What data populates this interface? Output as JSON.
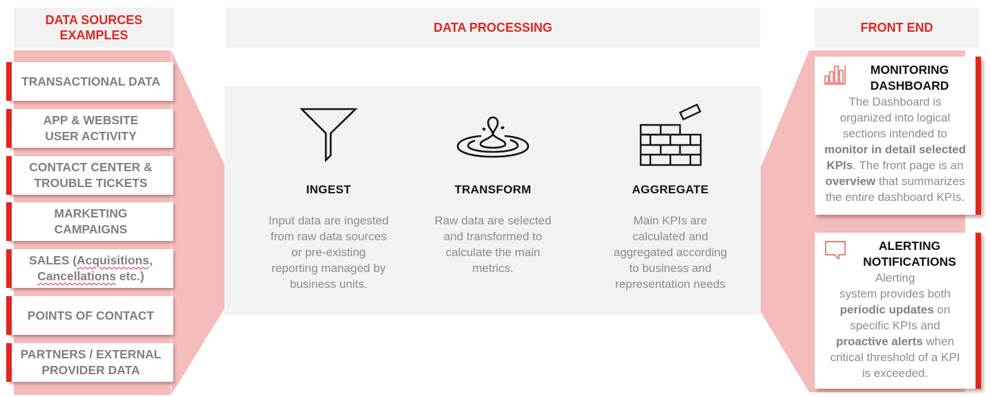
{
  "headers": {
    "sources": "DATA SOURCES EXAMPLES",
    "sources_line1": "DATA SOURCES",
    "sources_line2": "EXAMPLES",
    "processing": "DATA PROCESSING",
    "frontend": "FRONT END"
  },
  "sources": [
    {
      "line1": "TRANSACTIONAL DATA",
      "line2": ""
    },
    {
      "line1": "APP & WEBSITE",
      "line2": "USER ACTIVITY"
    },
    {
      "line1": "CONTACT CENTER &",
      "line2": "TROUBLE TICKETS"
    },
    {
      "line1": "MARKETING",
      "line2": "CAMPAIGNS"
    },
    {
      "line1a": "SALES (",
      "line1b": "Acquisitions",
      "line1c": ",",
      "line2a": "Cancellations",
      "line2b": " etc.)"
    },
    {
      "line1": "POINTS OF CONTACT",
      "line2": ""
    },
    {
      "line1": "PARTNERS / EXTERNAL",
      "line2": "PROVIDER DATA"
    }
  ],
  "steps": [
    {
      "icon": "funnel-icon",
      "title": "INGEST",
      "desc": [
        "Input data are ingested",
        "from raw data sources",
        "or pre-existing",
        "reporting managed by",
        "business units."
      ]
    },
    {
      "icon": "water-drop-ripple-icon",
      "title": "TRANSFORM",
      "desc": [
        "Raw data are selected",
        "and transformed to",
        "calculate the main",
        "metrics."
      ]
    },
    {
      "icon": "brick-wall-icon",
      "title": "AGGREGATE",
      "desc": [
        "Main KPIs are",
        "calculated and",
        "aggregated according",
        "to business and",
        "representation needs"
      ]
    }
  ],
  "frontend": {
    "dashboard": {
      "icon": "bar-chart-icon",
      "title1": "MONITORING",
      "title2": "DASHBOARD",
      "l1": "The Dashboard is",
      "l2": "organized into logical",
      "l3": "sections intended to",
      "l4b": "monitor in detail selected",
      "l5b": "KPIs",
      "l5": ". The front page is an",
      "l6b": "overview",
      "l6": " that summarizes",
      "l7": "the entire dashboard KPIs."
    },
    "alerting": {
      "icon": "speech-bubble-icon",
      "title1": "ALERTING",
      "title2": "NOTIFICATIONS",
      "l1": "Alerting",
      "l2": "system provides both",
      "l3b": "periodic updates",
      "l3": " on",
      "l4": "specific KPIs and",
      "l5b": "proactive alerts",
      "l5": " when",
      "l6": "critical threshold of a KPI",
      "l7": "is exceeded."
    }
  },
  "colors": {
    "accent_red": "#e0261f",
    "funnel_pink": "#f4bcbb",
    "panel_gray": "#f2f2f2",
    "text_gray": "#8c8c8c"
  }
}
